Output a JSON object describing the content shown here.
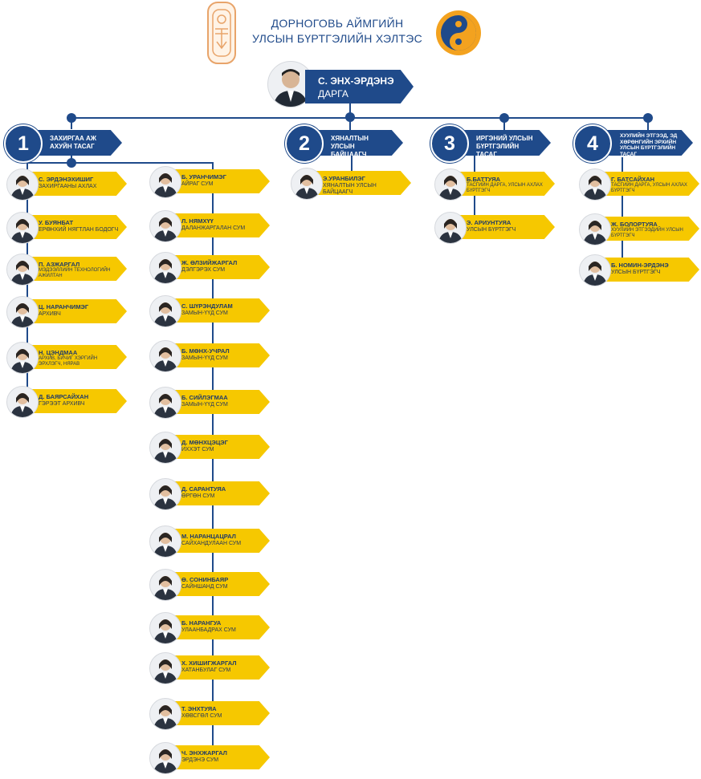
{
  "header": {
    "title_line1": "ДОРНОГОВЬ АЙМГИЙН",
    "title_line2": "УЛСЫН БҮРТГЭЛИЙН ХЭЛТЭС",
    "colors": {
      "navy": "#1f4a8a",
      "yellow": "#f6c800"
    }
  },
  "director": {
    "name": "С. ЭНХ-ЭРДЭНЭ",
    "role": "ДАРГА"
  },
  "sections": [
    {
      "num": "1",
      "title": "ЗАХИРГАА АЖ АХУЙН ТАСАГ"
    },
    {
      "num": "2",
      "title": "ХЯНАЛТЫН УЛСЫН БАЙЦААГЧ"
    },
    {
      "num": "3",
      "title": "ИРГЭНИЙ УЛСЫН БҮРТГЭЛИЙН ТАСАГ"
    },
    {
      "num": "4",
      "title": "ХУУЛИЙН ЭТГЭЭД, ЭД ХӨРӨНГИЙН ЭРХИЙН УЛСЫН БҮРТГЭЛИЙН ТАСАГ"
    }
  ],
  "admin_left": [
    {
      "name": "С. ЭРДЭНЭХИШИГ",
      "role": "ЗАХИРГААНЫ АХЛАХ"
    },
    {
      "name": "У. БУЯНБАТ",
      "role": "ЕРӨНХИЙ НЯГТЛАН БОДОГЧ"
    },
    {
      "name": "П. АЗЖАРГАЛ",
      "role": "МЭДЭЭЛЛИЙН ТЕХНОЛОГИЙН АЖИЛТАН"
    },
    {
      "name": "Ц. НАРАНЧИМЭГ",
      "role": "АРХИВЧ"
    },
    {
      "name": "Н. ЦЭНДМАА",
      "role": "АРХИВ, БИЧИГ ХЭРГИЙН ЭРХЛЭГЧ, НЯРАВ"
    },
    {
      "name": "Д. БАЯРСАЙХАН",
      "role": "ГЭРЭЭТ АРХИВЧ"
    }
  ],
  "admin_right": [
    {
      "name": "Б. УРАНЧИМЭГ",
      "role": "АЙРАГ СУМ"
    },
    {
      "name": "Л. НЯМХҮҮ",
      "role": "ДАЛАНЖАРГАЛАН СУМ"
    },
    {
      "name": "Ж. ӨЛЗИЙЖАРГАЛ",
      "role": "ДЭЛГЭРЭХ СУМ"
    },
    {
      "name": "С. ШҮРЭНДУЛАМ",
      "role": "ЗАМЫН-ҮҮД СУМ"
    },
    {
      "name": "Б. МӨНХ-УЧРАЛ",
      "role": "ЗАМЫН-ҮҮД СУМ"
    },
    {
      "name": "Б. СИЙЛЭГМАА",
      "role": "ЗАМЫН-ҮҮД СУМ"
    },
    {
      "name": "Д. МӨНХЦЭЦЭГ",
      "role": "ИХХЭТ СУМ"
    },
    {
      "name": "Д. САРАНТУЯА",
      "role": "ӨРГӨН СУМ"
    },
    {
      "name": "М. НАРАНЦАЦРАЛ",
      "role": "САЙХАНДУЛААН СУМ"
    },
    {
      "name": "Ө. СОНИНБАЯР",
      "role": "САЙНШАНД СУМ"
    },
    {
      "name": "Б. НАРАНГУА",
      "role": "УЛААНБАДРАХ СУМ"
    },
    {
      "name": "Х. ХИШИГЖАРГАЛ",
      "role": "ХАТАНБУЛАГ СУМ"
    },
    {
      "name": "Т. ЭНХТУЯА",
      "role": "ХӨВСГӨЛ СУМ"
    },
    {
      "name": "Ч. ЭНХЖАРГАЛ",
      "role": "ЭРДЭНЭ СУМ"
    }
  ],
  "inspector": [
    {
      "name": "Э.УРАНБИЛЭГ",
      "role": "ХЯНАЛТЫН УЛСЫН БАЙЦААГЧ"
    }
  ],
  "citizen": [
    {
      "name": "Б.БАТТУЯА",
      "role": "ТАСГИЙН ДАРГА, УЛСЫН АХЛАХ БҮРТГЭГЧ"
    },
    {
      "name": "Э. АРИУНТУЯА",
      "role": "УЛСЫН БҮРТГЭГЧ"
    }
  ],
  "property": [
    {
      "name": "Г. БАТСАЙХАН",
      "role": "ТАСГИЙН ДАРГА, УЛСЫН АХЛАХ БҮРТГЭГЧ"
    },
    {
      "name": "Ж. БОЛОРТУЯА",
      "role": "ХУУЛИЙН ЭТГЭЭДИЙН УЛСЫН БҮРТГЭГЧ"
    },
    {
      "name": "Б. НОМИН-ЭРДЭНЭ",
      "role": "УЛСЫН БҮРТГЭГЧ"
    }
  ]
}
